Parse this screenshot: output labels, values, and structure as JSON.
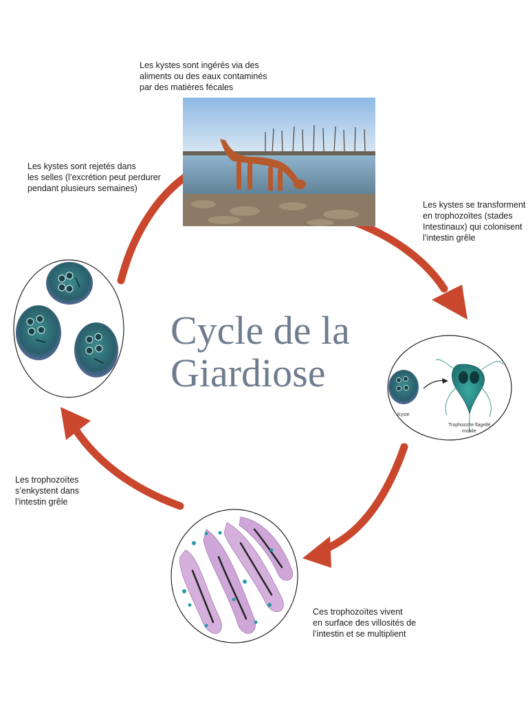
{
  "title": {
    "line1": "Cycle de la",
    "line2": "Giardiose"
  },
  "steps": [
    {
      "id": "ingestion",
      "lines": [
        "Les kystes sont ingérés via des",
        "aliments ou des eaux contaminés",
        "par des matières fécales"
      ]
    },
    {
      "id": "transformation",
      "lines": [
        "Les kystes se transforment",
        "en trophozoïtes (stades",
        "Intestinaux) qui colonisent",
        "l’intestin grêle"
      ]
    },
    {
      "id": "multiplication",
      "lines": [
        "Ces trophozoïtes vivent",
        "en surface des villosités de",
        "l’intestin et se multiplient"
      ]
    },
    {
      "id": "enkystement",
      "lines": [
        "Les trophozoïtes",
        "s’enkystent dans",
        "l’intestin grêle"
      ]
    },
    {
      "id": "excretion",
      "lines": [
        "Les kystes sont rejetés dans",
        "les selles (l’excrétion peut perdurer",
        "pendant plusieurs semaines)"
      ]
    }
  ],
  "labels": {
    "kyste": "Kyste",
    "trophozoite_line1": "Trophozoïte flagellé",
    "trophozoite_line2": "mobile"
  },
  "colors": {
    "arrow": "#c9472d",
    "title": "#6f7b8e",
    "cyst": "#2f6e78",
    "villi": "#c79ad0"
  }
}
